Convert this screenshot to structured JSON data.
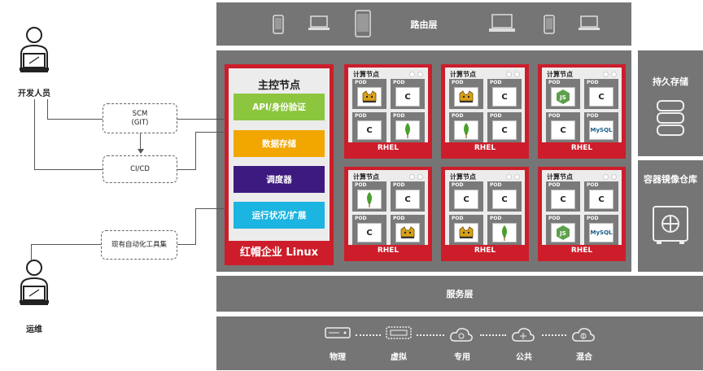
{
  "routing_layer": {
    "label": "路由层"
  },
  "service_layer": {
    "label": "服务层"
  },
  "persistent_storage": {
    "label": "持久存储"
  },
  "container_registry": {
    "label": "容器镜像仓库"
  },
  "master_node": {
    "title": "主控节点",
    "components": [
      {
        "label": "API/身份验证",
        "color": "#8cc63f"
      },
      {
        "label": "数据存储",
        "color": "#f2a600"
      },
      {
        "label": "调度器",
        "color": "#3d1a7f"
      },
      {
        "label": "运行状况/扩展",
        "color": "#1cb4e0"
      }
    ],
    "os_label": "红帽企业 Linux"
  },
  "compute_nodes": [
    {
      "title": "计算节点",
      "os": "RHEL",
      "pods": [
        {
          "label": "POD",
          "content": "tomcat-icon"
        },
        {
          "label": "POD",
          "content": "C"
        },
        {
          "label": "POD",
          "content": "C"
        },
        {
          "label": "POD",
          "content": "mongodb-icon"
        }
      ]
    },
    {
      "title": "计算节点",
      "os": "RHEL",
      "pods": [
        {
          "label": "POD",
          "content": "tomcat-icon"
        },
        {
          "label": "POD",
          "content": "C"
        },
        {
          "label": "POD",
          "content": "mongodb-icon"
        },
        {
          "label": "POD",
          "content": "C"
        }
      ]
    },
    {
      "title": "计算节点",
      "os": "RHEL",
      "pods": [
        {
          "label": "POD",
          "content": "nodejs-icon"
        },
        {
          "label": "POD",
          "content": "C"
        },
        {
          "label": "POD",
          "content": "C"
        },
        {
          "label": "POD",
          "content": "mysql-icon"
        }
      ]
    },
    {
      "title": "计算节点",
      "os": "RHEL",
      "pods": [
        {
          "label": "POD",
          "content": "mongodb-icon"
        },
        {
          "label": "POD",
          "content": "C"
        },
        {
          "label": "POD",
          "content": "C"
        },
        {
          "label": "POD",
          "content": "tomcat-icon"
        }
      ]
    },
    {
      "title": "计算节点",
      "os": "RHEL",
      "pods": [
        {
          "label": "POD",
          "content": "C"
        },
        {
          "label": "POD",
          "content": "C"
        },
        {
          "label": "POD",
          "content": "tomcat-icon"
        },
        {
          "label": "POD",
          "content": "mongodb-icon"
        }
      ]
    },
    {
      "title": "计算节点",
      "os": "RHEL",
      "pods": [
        {
          "label": "POD",
          "content": "C"
        },
        {
          "label": "POD",
          "content": "C"
        },
        {
          "label": "POD",
          "content": "nodejs-icon"
        },
        {
          "label": "POD",
          "content": "mysql-icon"
        }
      ]
    }
  ],
  "tools": {
    "scm": {
      "line1": "SCM",
      "line2": "(GIT)"
    },
    "cicd": {
      "label": "CI/CD"
    },
    "automation": {
      "label": "现有自动化工具集"
    }
  },
  "people": {
    "developer": {
      "label": "开发人员"
    },
    "ops": {
      "label": "运维"
    }
  },
  "infrastructure": [
    {
      "label": "物理",
      "icon": "server-icon"
    },
    {
      "label": "虚拟",
      "icon": "virtual-server-icon"
    },
    {
      "label": "专用",
      "icon": "private-cloud-icon"
    },
    {
      "label": "公共",
      "icon": "public-cloud-icon"
    },
    {
      "label": "混合",
      "icon": "hybrid-cloud-icon"
    }
  ],
  "pod_text": {
    "C": "C",
    "mysql": "MySQL"
  }
}
